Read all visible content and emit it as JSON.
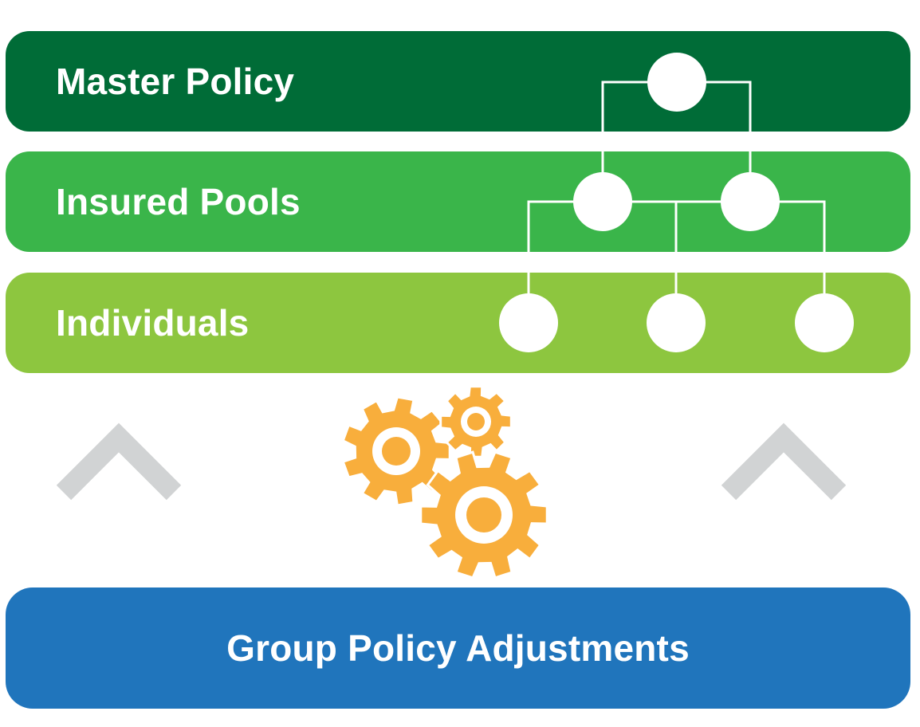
{
  "colors": {
    "master": "#006c37",
    "pools": "#3ab54a",
    "individuals": "#8dc63f",
    "group": "#2075bc",
    "gears": "#f8ae3c",
    "chevrons": "#d1d3d4",
    "nodes": "#ffffff"
  },
  "tiers": {
    "master_label": "Master Policy",
    "pools_label": "Insured Pools",
    "individuals_label": "Individuals"
  },
  "footer": {
    "group_label": "Group Policy Adjustments"
  },
  "icons": [
    "hierarchy-tree",
    "gears-icon",
    "chevron-up-icon"
  ]
}
